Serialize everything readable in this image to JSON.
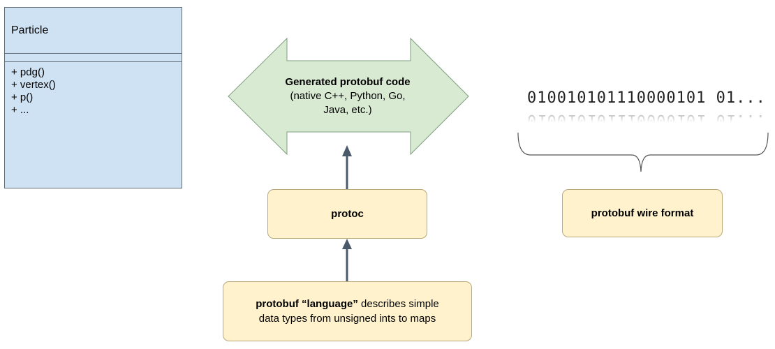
{
  "class_box": {
    "name": "Particle",
    "methods": [
      "+ pdg()",
      "+ vertex()",
      "+ p()",
      "+ ..."
    ]
  },
  "generated_code": {
    "title": "Generated protobuf code",
    "line1": "(native C++, Python, Go,",
    "line2": "Java, etc.)"
  },
  "protoc": {
    "label": "protoc"
  },
  "wire": {
    "binary": "010010101110000101 01...",
    "label": "protobuf wire format"
  },
  "language": {
    "bold": "protobuf “language”",
    "rest1": " describes simple",
    "line2": "data types from unsigned ints to maps"
  },
  "colors": {
    "class_fill": "#cfe2f3",
    "arrow_fill": "#d9ead3",
    "box_fill": "#fff2cc",
    "connector": "#4a5a6a"
  }
}
